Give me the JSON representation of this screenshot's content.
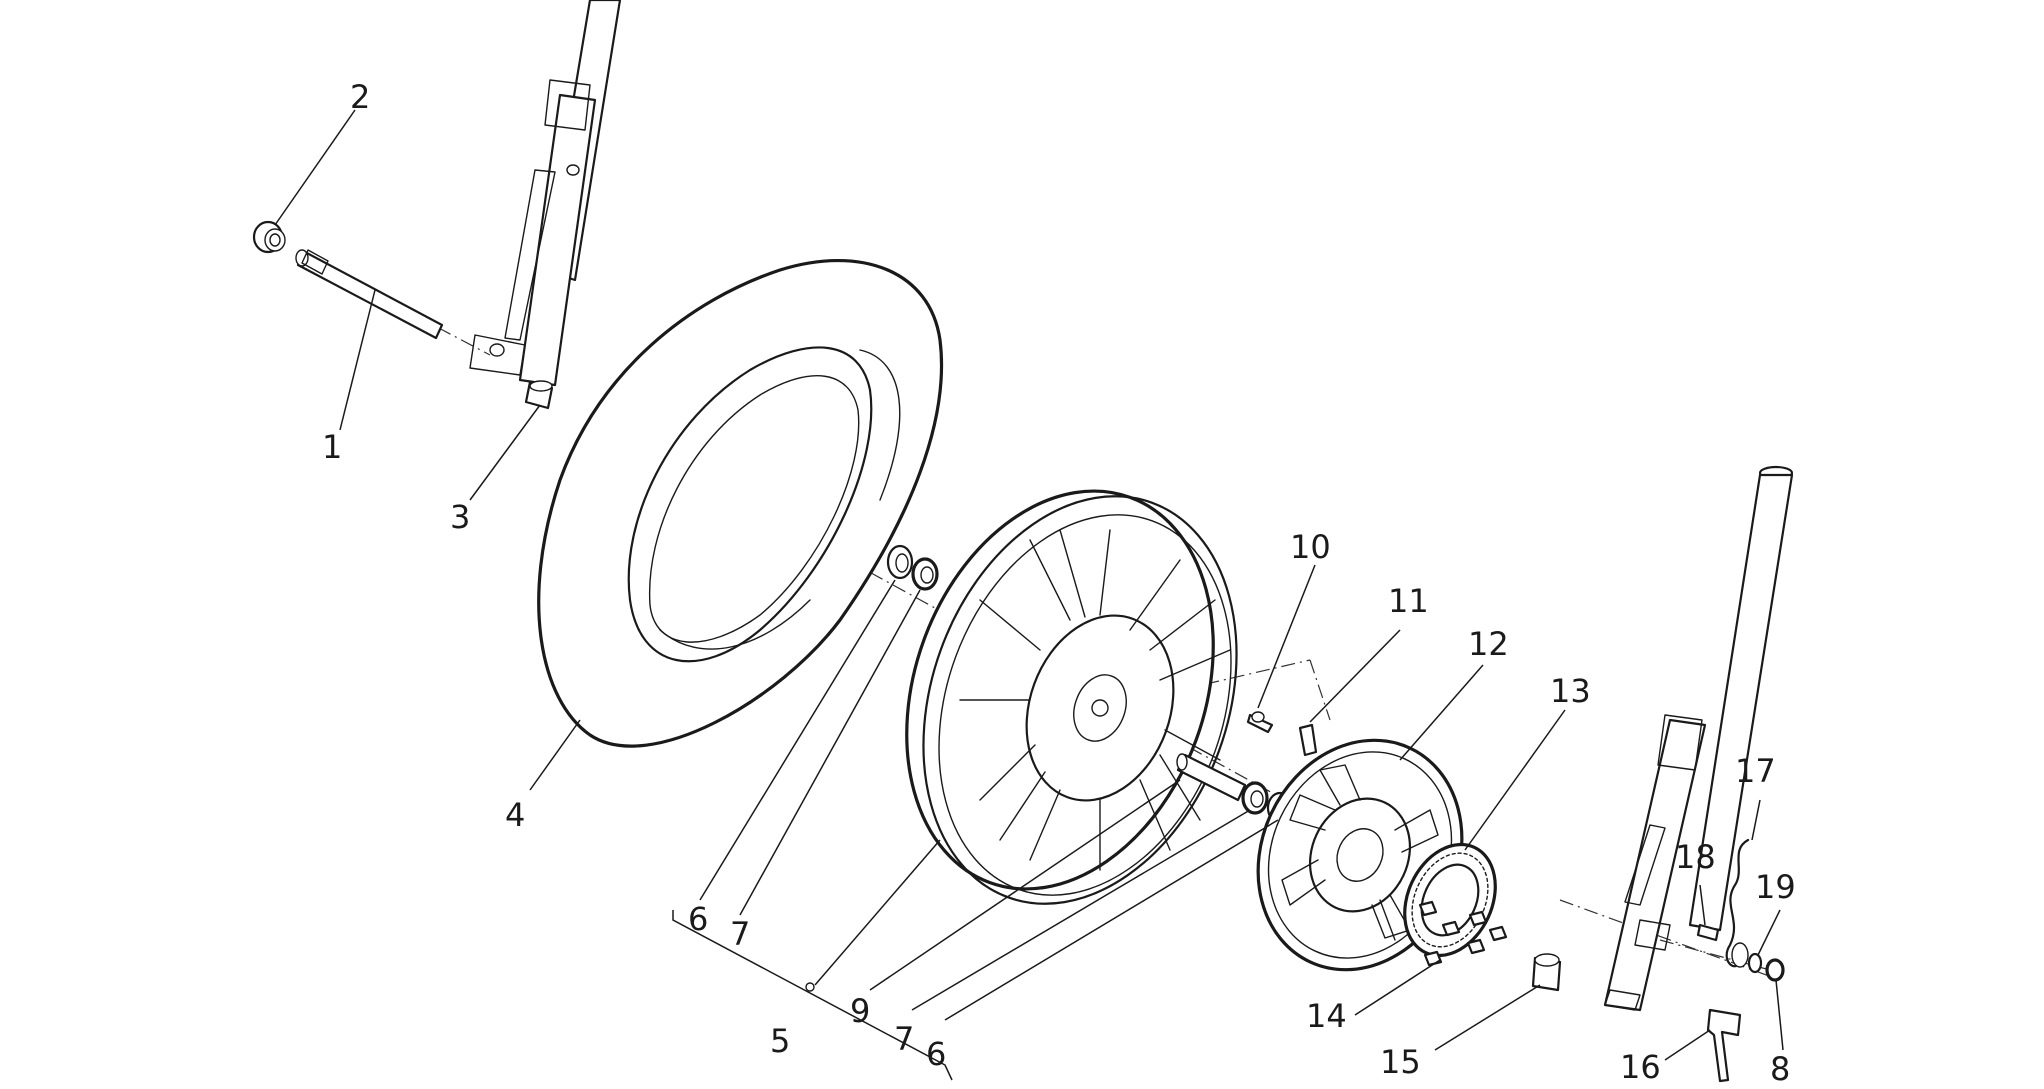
{
  "diagram": {
    "callouts": [
      {
        "id": "c1",
        "text": "1"
      },
      {
        "id": "c2",
        "text": "2"
      },
      {
        "id": "c3",
        "text": "3"
      },
      {
        "id": "c4",
        "text": "4"
      },
      {
        "id": "c5",
        "text": "5"
      },
      {
        "id": "c6a",
        "text": "6"
      },
      {
        "id": "c6b",
        "text": "6"
      },
      {
        "id": "c7a",
        "text": "7"
      },
      {
        "id": "c7b",
        "text": "7"
      },
      {
        "id": "c8",
        "text": "8"
      },
      {
        "id": "c9",
        "text": "9"
      },
      {
        "id": "c10",
        "text": "10"
      },
      {
        "id": "c11",
        "text": "11"
      },
      {
        "id": "c12",
        "text": "12"
      },
      {
        "id": "c13",
        "text": "13"
      },
      {
        "id": "c14",
        "text": "14"
      },
      {
        "id": "c15",
        "text": "15"
      },
      {
        "id": "c16",
        "text": "16"
      },
      {
        "id": "c17",
        "text": "17"
      },
      {
        "id": "c18",
        "text": "18"
      },
      {
        "id": "c19",
        "text": "19"
      }
    ]
  }
}
